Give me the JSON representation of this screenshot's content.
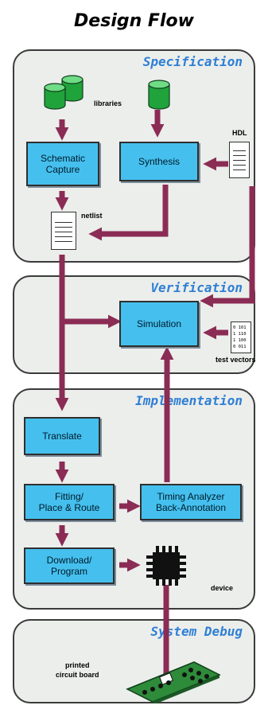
{
  "diagram": {
    "title": "Design Flow",
    "phases": {
      "specification": "Specification",
      "verification": "Verification",
      "implementation": "Implementation",
      "system_debug": "System Debug"
    },
    "boxes": {
      "schematic_capture": "Schematic\nCapture",
      "synthesis": "Synthesis",
      "simulation": "Simulation",
      "translate": "Translate",
      "fitting": "Fitting/\nPlace & Route",
      "timing_analyzer": "Timing Analyzer\nBack-Annotation",
      "download": "Download/\nProgram"
    },
    "labels": {
      "libraries": "libraries",
      "hdl": "HDL",
      "netlist": "netlist",
      "test_vectors": "test vectors",
      "device": "device",
      "pcb": "printed\ncircuit board"
    },
    "vector_text": [
      "0 101",
      "1 110",
      "1 100",
      "0 011"
    ],
    "colors": {
      "panel_bg": "#eceeec",
      "box_fill": "#45c0ee",
      "arrow": "#8b2c55",
      "phase_text": "#2f7fd4",
      "cylinder": "#1fa33a",
      "pcb": "#2e8b3a"
    }
  }
}
